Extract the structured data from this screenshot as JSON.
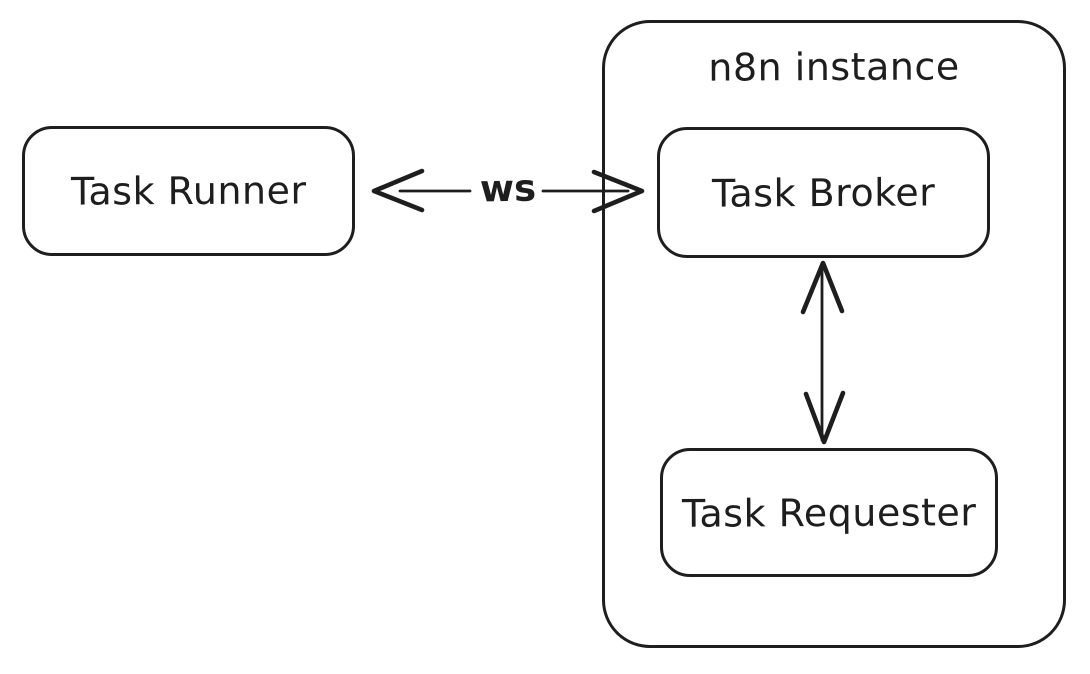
{
  "page": {
    "background_color": "#ffffff",
    "stroke_color": "#1e1e1e"
  },
  "nodes": {
    "task_runner": {
      "label": "Task Runner"
    },
    "n8n_instance": {
      "label": "n8n instance"
    },
    "task_broker": {
      "label": "Task Broker"
    },
    "task_requester": {
      "label": "Task Requester"
    }
  },
  "edges": {
    "runner_broker": {
      "label": "ws",
      "type": "double-headed-arrow"
    },
    "broker_requester": {
      "label": "",
      "type": "double-headed-arrow"
    }
  }
}
